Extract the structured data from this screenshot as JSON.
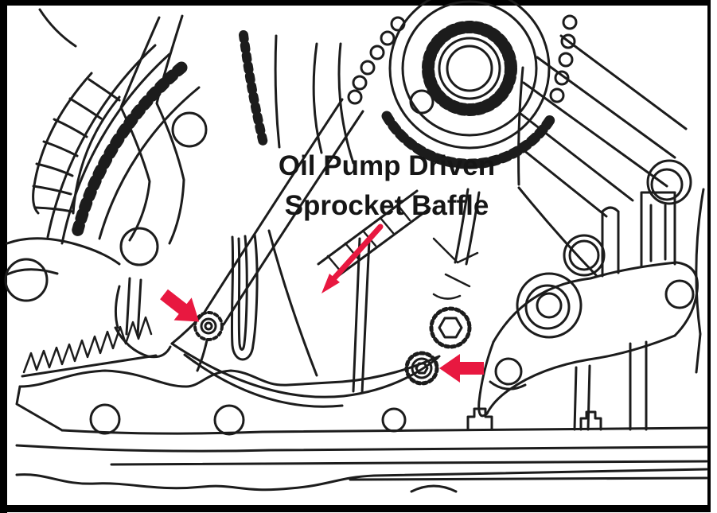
{
  "figure": {
    "label": {
      "line1": "Oil Pump Driven",
      "line2": "Sprocket Baffle"
    },
    "callouts": [
      {
        "id": "baffle-pointer",
        "style": "thin-arrow",
        "direction": "down-left",
        "points_to": "sprocket baffle plate"
      },
      {
        "id": "left-bolt-pointer",
        "style": "block-arrow",
        "direction": "down-right",
        "points_to": "left baffle bolt"
      },
      {
        "id": "right-bolt-pointer",
        "style": "block-arrow",
        "direction": "left",
        "points_to": "right baffle bolt"
      }
    ],
    "colors": {
      "line": "#1c1c1c",
      "arrow_red": "#e81840",
      "background": "#ffffff",
      "frame": "#000000"
    }
  }
}
